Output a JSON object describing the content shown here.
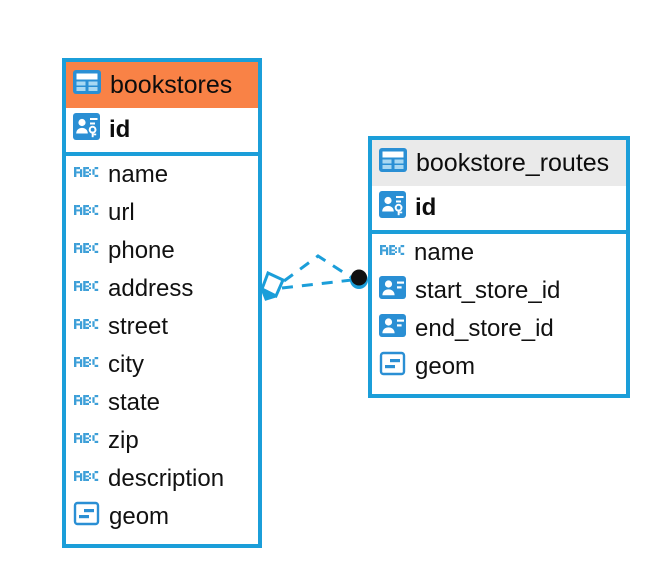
{
  "diagram": {
    "type": "entity-relationship-diagram",
    "background": "#ffffff",
    "accent_blue": "#1b9ed9",
    "selected_header": "#f98246",
    "unselected_header": "#eaeaea"
  },
  "tables": [
    {
      "name": "bookstores",
      "selected": true,
      "primary_key": {
        "name": "id",
        "icon": "primary-key-icon"
      },
      "columns": [
        {
          "name": "name",
          "icon": "text-abc-icon"
        },
        {
          "name": "url",
          "icon": "text-abc-icon"
        },
        {
          "name": "phone",
          "icon": "text-abc-icon"
        },
        {
          "name": "address",
          "icon": "text-abc-icon"
        },
        {
          "name": "street",
          "icon": "text-abc-icon"
        },
        {
          "name": "city",
          "icon": "text-abc-icon"
        },
        {
          "name": "state",
          "icon": "text-abc-icon"
        },
        {
          "name": "zip",
          "icon": "text-abc-icon"
        },
        {
          "name": "description",
          "icon": "text-abc-icon"
        },
        {
          "name": "geom",
          "icon": "geometry-icon"
        }
      ]
    },
    {
      "name": "bookstore_routes",
      "selected": false,
      "primary_key": {
        "name": "id",
        "icon": "primary-key-icon"
      },
      "columns": [
        {
          "name": "name",
          "icon": "text-abc-icon"
        },
        {
          "name": "start_store_id",
          "icon": "foreign-key-icon"
        },
        {
          "name": "end_store_id",
          "icon": "foreign-key-icon"
        },
        {
          "name": "geom",
          "icon": "geometry-icon"
        }
      ]
    }
  ],
  "relationship": {
    "from_table": "bookstores",
    "to_table": "bookstore_routes",
    "line_style": "dashed",
    "line_color": "#1b9ed9",
    "source_marker": "crows-foot-many",
    "target_marker": "filled-circle-one"
  }
}
